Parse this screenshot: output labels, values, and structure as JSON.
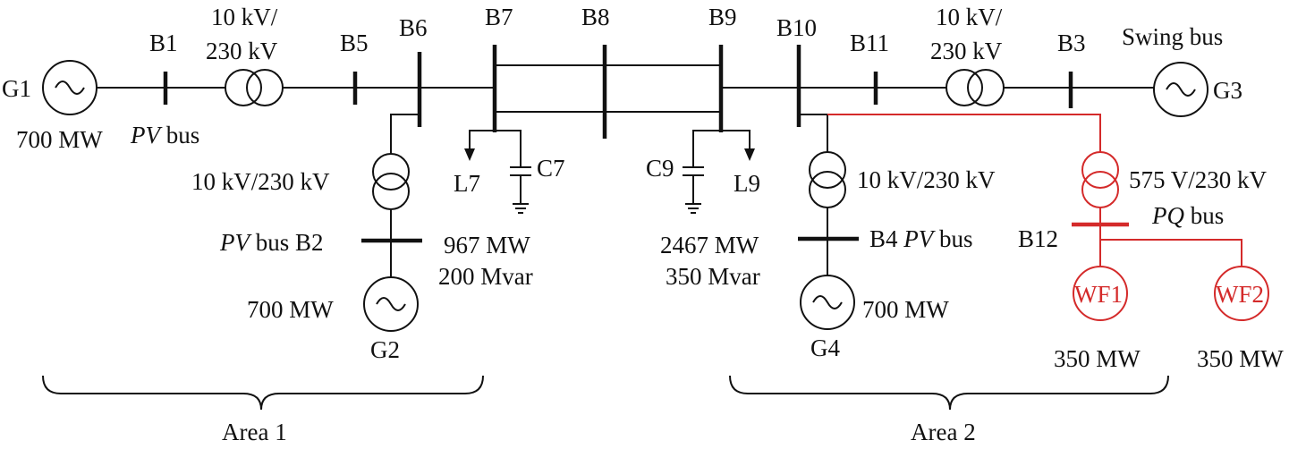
{
  "colors": {
    "line": "#111111",
    "wind": "#d42a2a"
  },
  "icons": {
    "generator": "generator-sine-icon",
    "transformer": "transformer-two-winding-icon",
    "load": "load-arrow-icon",
    "capacitor": "capacitor-icon",
    "ground": "ground-icon"
  },
  "buses": {
    "b1": "B1",
    "b2": "B2",
    "b3": "B3",
    "b4": "B4",
    "b5": "B5",
    "b6": "B6",
    "b7": "B7",
    "b8": "B8",
    "b9": "B9",
    "b10": "B10",
    "b11": "B11",
    "b12": "B12"
  },
  "generators": {
    "g1": {
      "name": "G1",
      "power": "700 MW"
    },
    "g2": {
      "name": "G2",
      "power": "700 MW"
    },
    "g3": {
      "name": "G3"
    },
    "g4": {
      "name": "G4",
      "power": "700 MW"
    }
  },
  "bus_types": {
    "pv": "PV",
    "pq": "PQ",
    "bus_word": "bus",
    "swing": "Swing bus"
  },
  "transformers": {
    "t1_line1": "10 kV/",
    "t1_line2": "230 kV",
    "t3_line1": "10 kV/",
    "t3_line2": "230 kV",
    "t2": "10 kV/230 kV",
    "t4": "10 kV/230 kV",
    "t_wind": "575 V/230 kV"
  },
  "loads": {
    "l7": "L7",
    "c7": "C7",
    "l7_p": "967 MW",
    "l7_q": "200 Mvar",
    "l9": "L9",
    "c9": "C9",
    "l9_p": "2467 MW",
    "l9_q": "350 Mvar"
  },
  "wind_farms": {
    "wf1": {
      "name": "WF1",
      "power": "350 MW"
    },
    "wf2": {
      "name": "WF2",
      "power": "350 MW"
    }
  },
  "areas": {
    "area1": "Area 1",
    "area2": "Area 2"
  }
}
